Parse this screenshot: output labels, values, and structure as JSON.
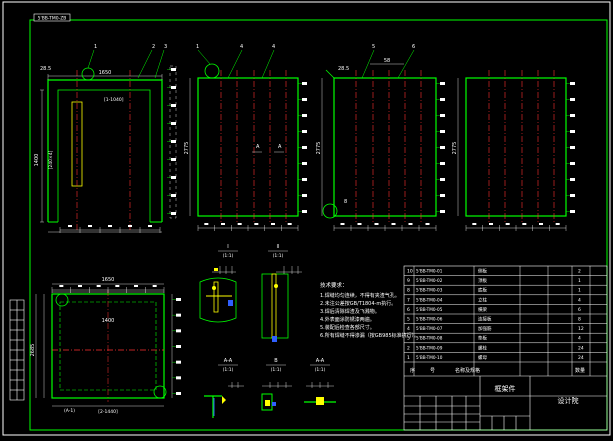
{
  "sheet": {
    "tag": "5'BB-TM0-ZB",
    "colors": {
      "background": "#000000",
      "frame": "#ffffff",
      "border": "#00ff00",
      "structure": "#00ff00",
      "centerline": "#ff3030",
      "dimension": "#ffffff",
      "leader": "#00ff00",
      "detail_accent": "#ffff00",
      "detail_marker": "#3060ff"
    }
  },
  "views": {
    "front": {
      "width_dim": "1650",
      "height_dim": "1400",
      "left_dim": "28.5",
      "top_labels": [
        "1",
        "2",
        "3"
      ],
      "inner_label": "[1-1040]",
      "vertical_label": "[240×4]"
    },
    "side_a": {
      "top_labels": [
        "1",
        "4"
      ],
      "height_dim": "2775",
      "section_mark": "A"
    },
    "side_b": {
      "top_labels": [
        "5",
        "6"
      ],
      "top_dim": "58",
      "left_dim": "28.5",
      "height_dim": "2775",
      "bubble_label": "8"
    },
    "side_c": {
      "height_dim": "2775"
    },
    "plan": {
      "width_dim": "1650",
      "inner_dim": "1400",
      "side_dim": "2685",
      "bottom_label": "[2-1440]",
      "corner_label": "(A-1)"
    }
  },
  "details": {
    "detail_1": {
      "label": "I",
      "scale": "(1:1)"
    },
    "detail_2": {
      "label": "II",
      "scale": "(1:1)"
    },
    "detail_3": {
      "label": "A-A",
      "scale": "(1:1)"
    },
    "detail_4": {
      "label": "B",
      "scale": "(1:1)"
    },
    "detail_5": {
      "label": "A-A",
      "scale": "(1:1)"
    }
  },
  "notes": {
    "title": "技术要求：",
    "lines": [
      "1.焊缝均匀连续，不得有夹渣气孔。",
      "2.未注公差按GB/T1804-m执行。",
      "3.焊后清除焊渣及飞溅物。",
      "4.外表面涂防锈漆两遍。",
      "5.装配后检查各部尺寸。",
      "6.所有焊缝不得渗漏（按GB985标准执行）。"
    ]
  },
  "title_block": {
    "part_name": "框架件",
    "company": "设计院",
    "header_row": [
      "序",
      "号",
      "名称及规格",
      "数量"
    ],
    "bom_rows": [
      {
        "code": "5'BB-TM0-01",
        "name": "侧板",
        "qty": "2"
      },
      {
        "code": "5'BB-TM0-02",
        "name": "顶板",
        "qty": "1"
      },
      {
        "code": "5'BB-TM0-03",
        "name": "底板",
        "qty": "1"
      },
      {
        "code": "5'BB-TM0-04",
        "name": "立柱",
        "qty": "4"
      },
      {
        "code": "5'BB-TM0-05",
        "name": "横梁",
        "qty": "6"
      },
      {
        "code": "5'BB-TM0-06",
        "name": "连接板",
        "qty": "8"
      },
      {
        "code": "5'BB-TM0-07",
        "name": "加强筋",
        "qty": "12"
      },
      {
        "code": "5'BB-TM0-08",
        "name": "垫板",
        "qty": "4"
      },
      {
        "code": "5'BB-TM0-09",
        "name": "螺栓",
        "qty": "24"
      },
      {
        "code": "5'BB-TM0-10",
        "name": "螺母",
        "qty": "24"
      }
    ]
  }
}
